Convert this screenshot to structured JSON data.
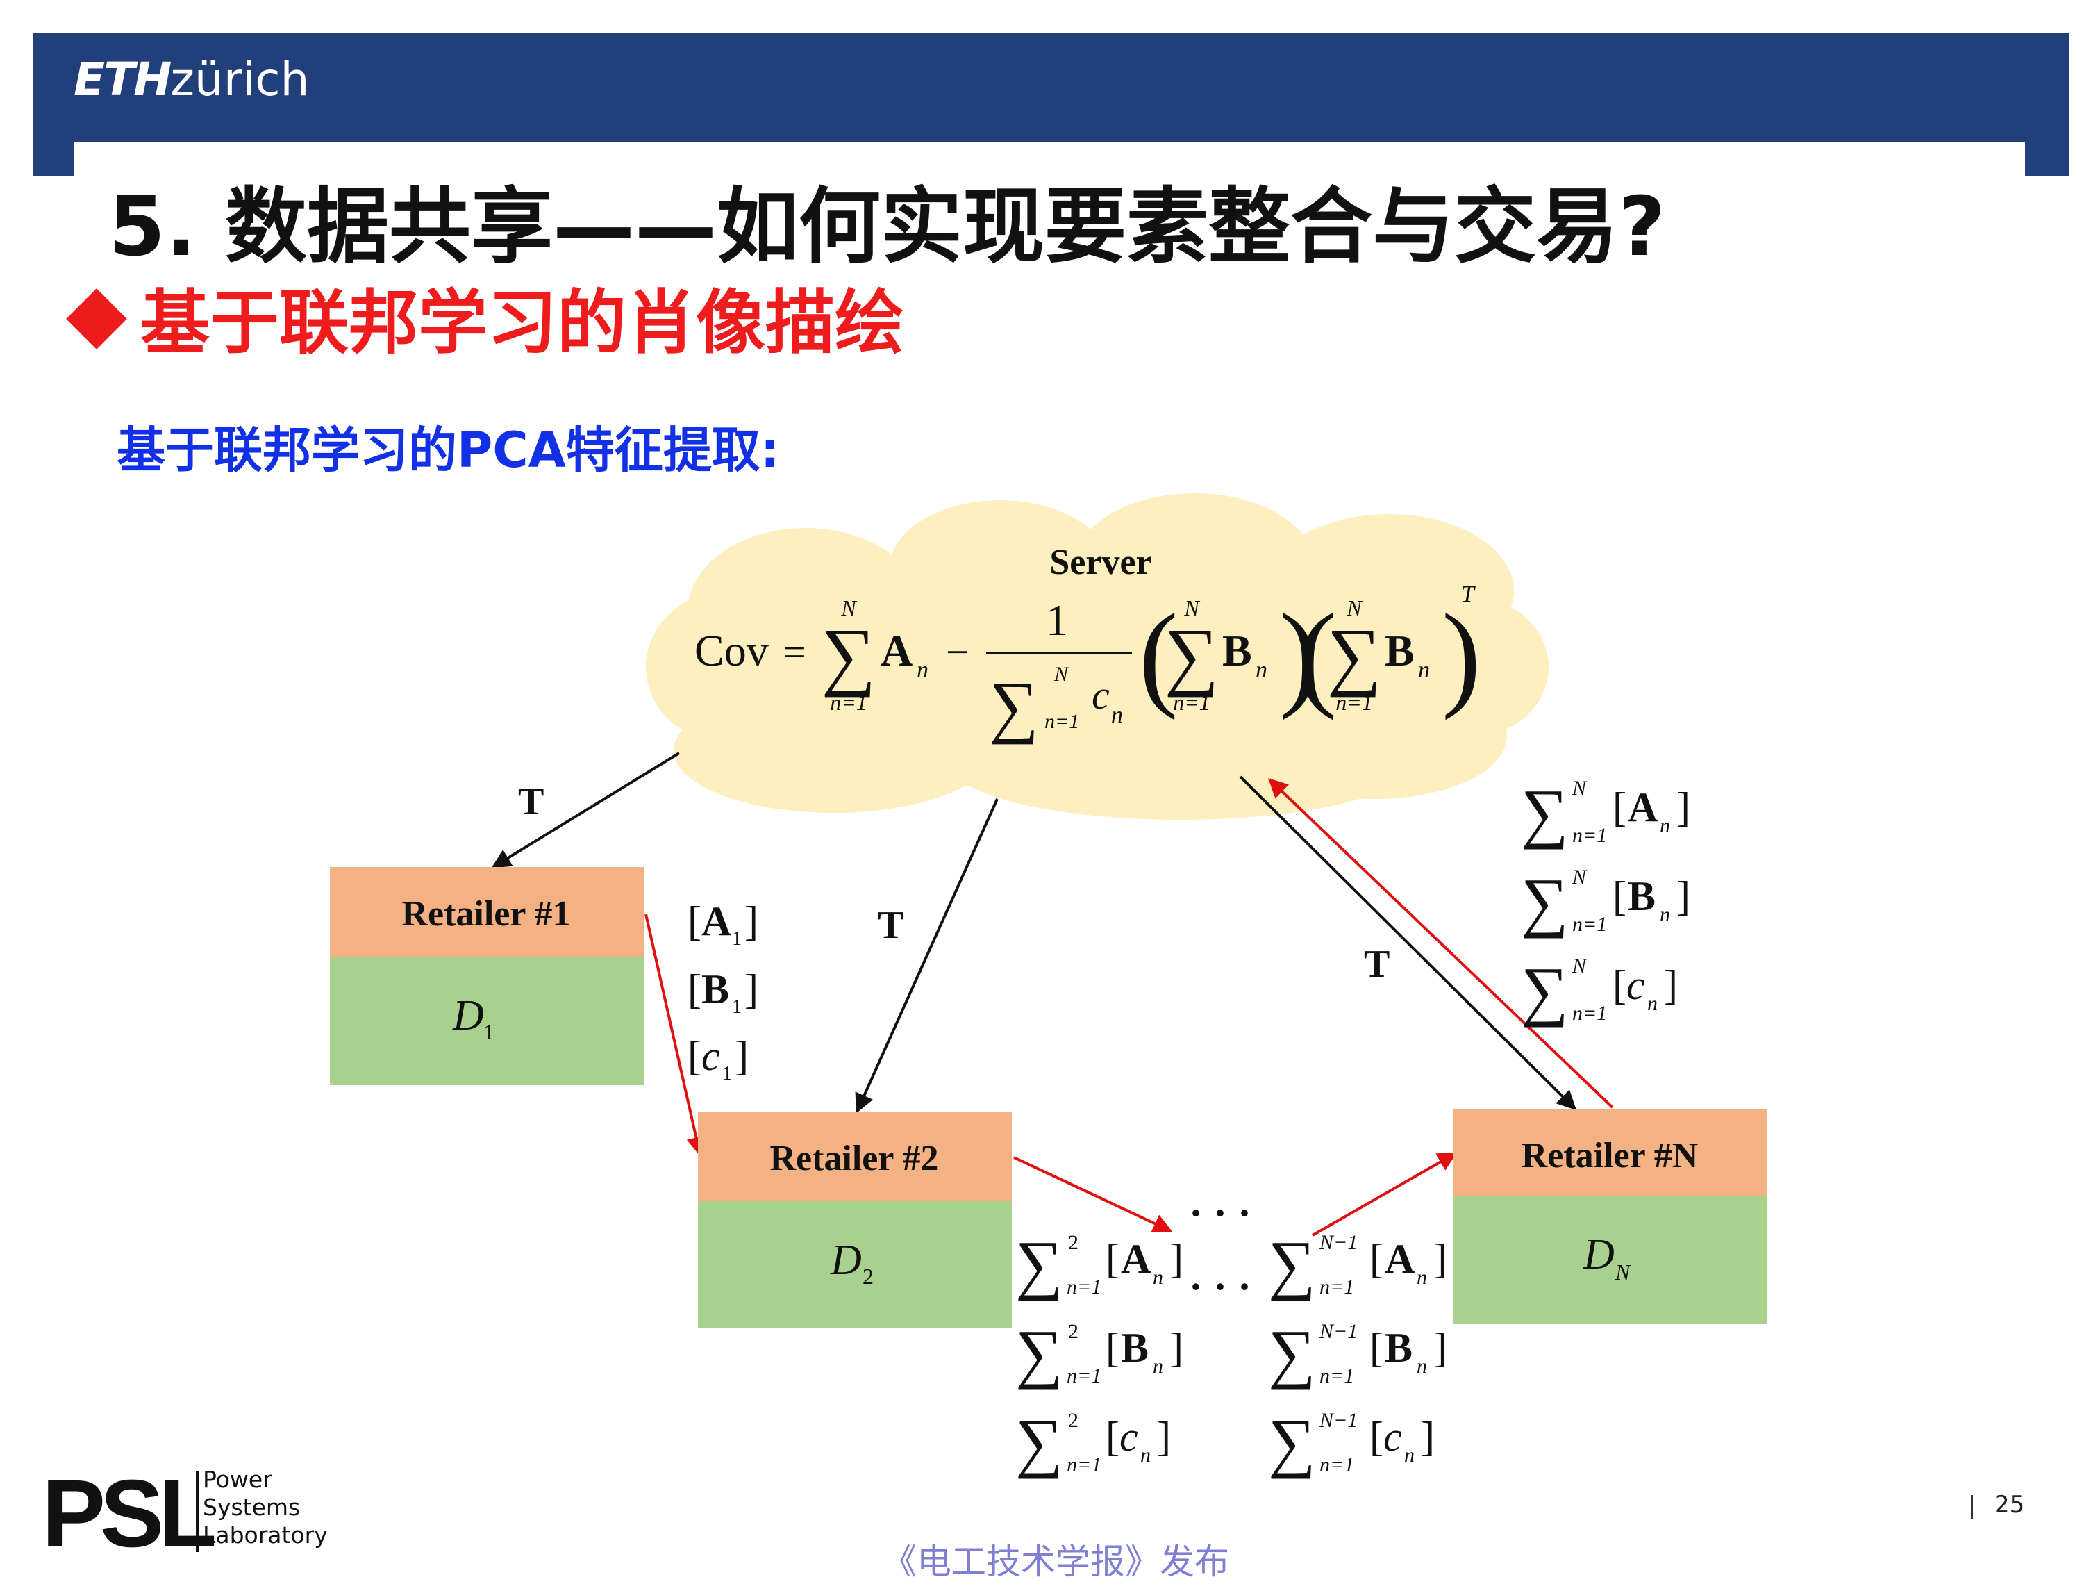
{
  "header": {
    "logo_bold": "ETH",
    "logo_normal": "zürich"
  },
  "title": "5. 数据共享——如何实现要素整合与交易?",
  "subtitle": "基于联邦学习的肖像描绘",
  "section_heading": "基于联邦学习的PCA特征提取:",
  "diagram": {
    "server": {
      "label": "Server",
      "cov": "Cov",
      "eq": "=",
      "minus": "−",
      "one": "1",
      "sum_upper": "N",
      "sum_lower": "n=1",
      "term_a": "A",
      "term_b": "B",
      "term_c": "c",
      "sub_n": "n",
      "transpose": "T"
    },
    "transfer_label": "T",
    "retailers": [
      {
        "name": "Retailer #1",
        "data": "D",
        "sub": "1"
      },
      {
        "name": "Retailer #2",
        "data": "D",
        "sub": "2"
      },
      {
        "name": "Retailer #N",
        "data": "D",
        "sub": "N"
      }
    ],
    "retailer1_stats": {
      "a": "A",
      "b": "B",
      "c": "c",
      "sub": "1"
    },
    "stats_upper_2": "2",
    "stats_upper_n1": "N−1",
    "stats_upper_n": "N",
    "stats_lower": "n=1",
    "stats_sub": "n",
    "ellipsis": "· · ·"
  },
  "footer": {
    "psl_letters": "PSL",
    "psl_line1": "Power",
    "psl_line2": "Systems",
    "psl_line3": "Laboratory",
    "page_number": "25",
    "publisher": "《电工技术学报》发布"
  },
  "colors": {
    "header_blue": "#213f7a",
    "title_red": "#ee1c1c",
    "heading_blue": "#1230e6",
    "cloud": "#fdefbf",
    "retailer_header": "#f4b183",
    "retailer_body": "#a9d18e",
    "arrow_red": "#e01010"
  }
}
